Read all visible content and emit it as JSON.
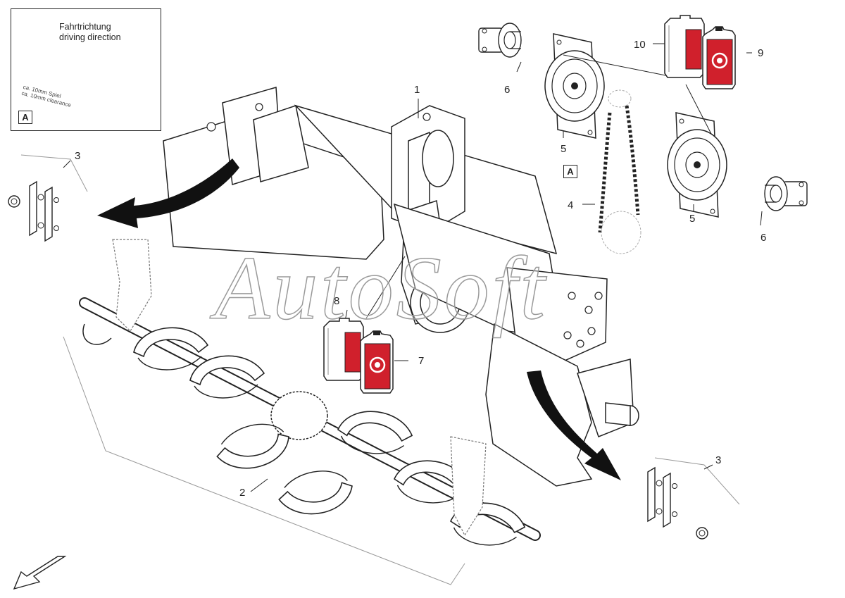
{
  "inset": {
    "driving_direction_de": "Fahrtrichtung",
    "driving_direction_en": "driving direction",
    "clearance_de": "ca. 10mm Spiel",
    "clearance_en": "ca. 10mm clearance",
    "detail_label": "A"
  },
  "detail_reference": "A",
  "callouts": {
    "frame": "1",
    "auger": "2",
    "bracket_left": "3",
    "bracket_right": "3",
    "chain": "4",
    "gearbox_top": "5",
    "gearbox_right": "5",
    "motor_top": "6",
    "motor_right": "6",
    "oil_small_center": "7",
    "oil_large_center": "8",
    "oil_small_top": "9",
    "oil_large_top": "10"
  },
  "watermark": "AutoSoft",
  "colors": {
    "line": "#222222",
    "oil_red": "#d0202c",
    "arrow_fill": "#111111"
  }
}
